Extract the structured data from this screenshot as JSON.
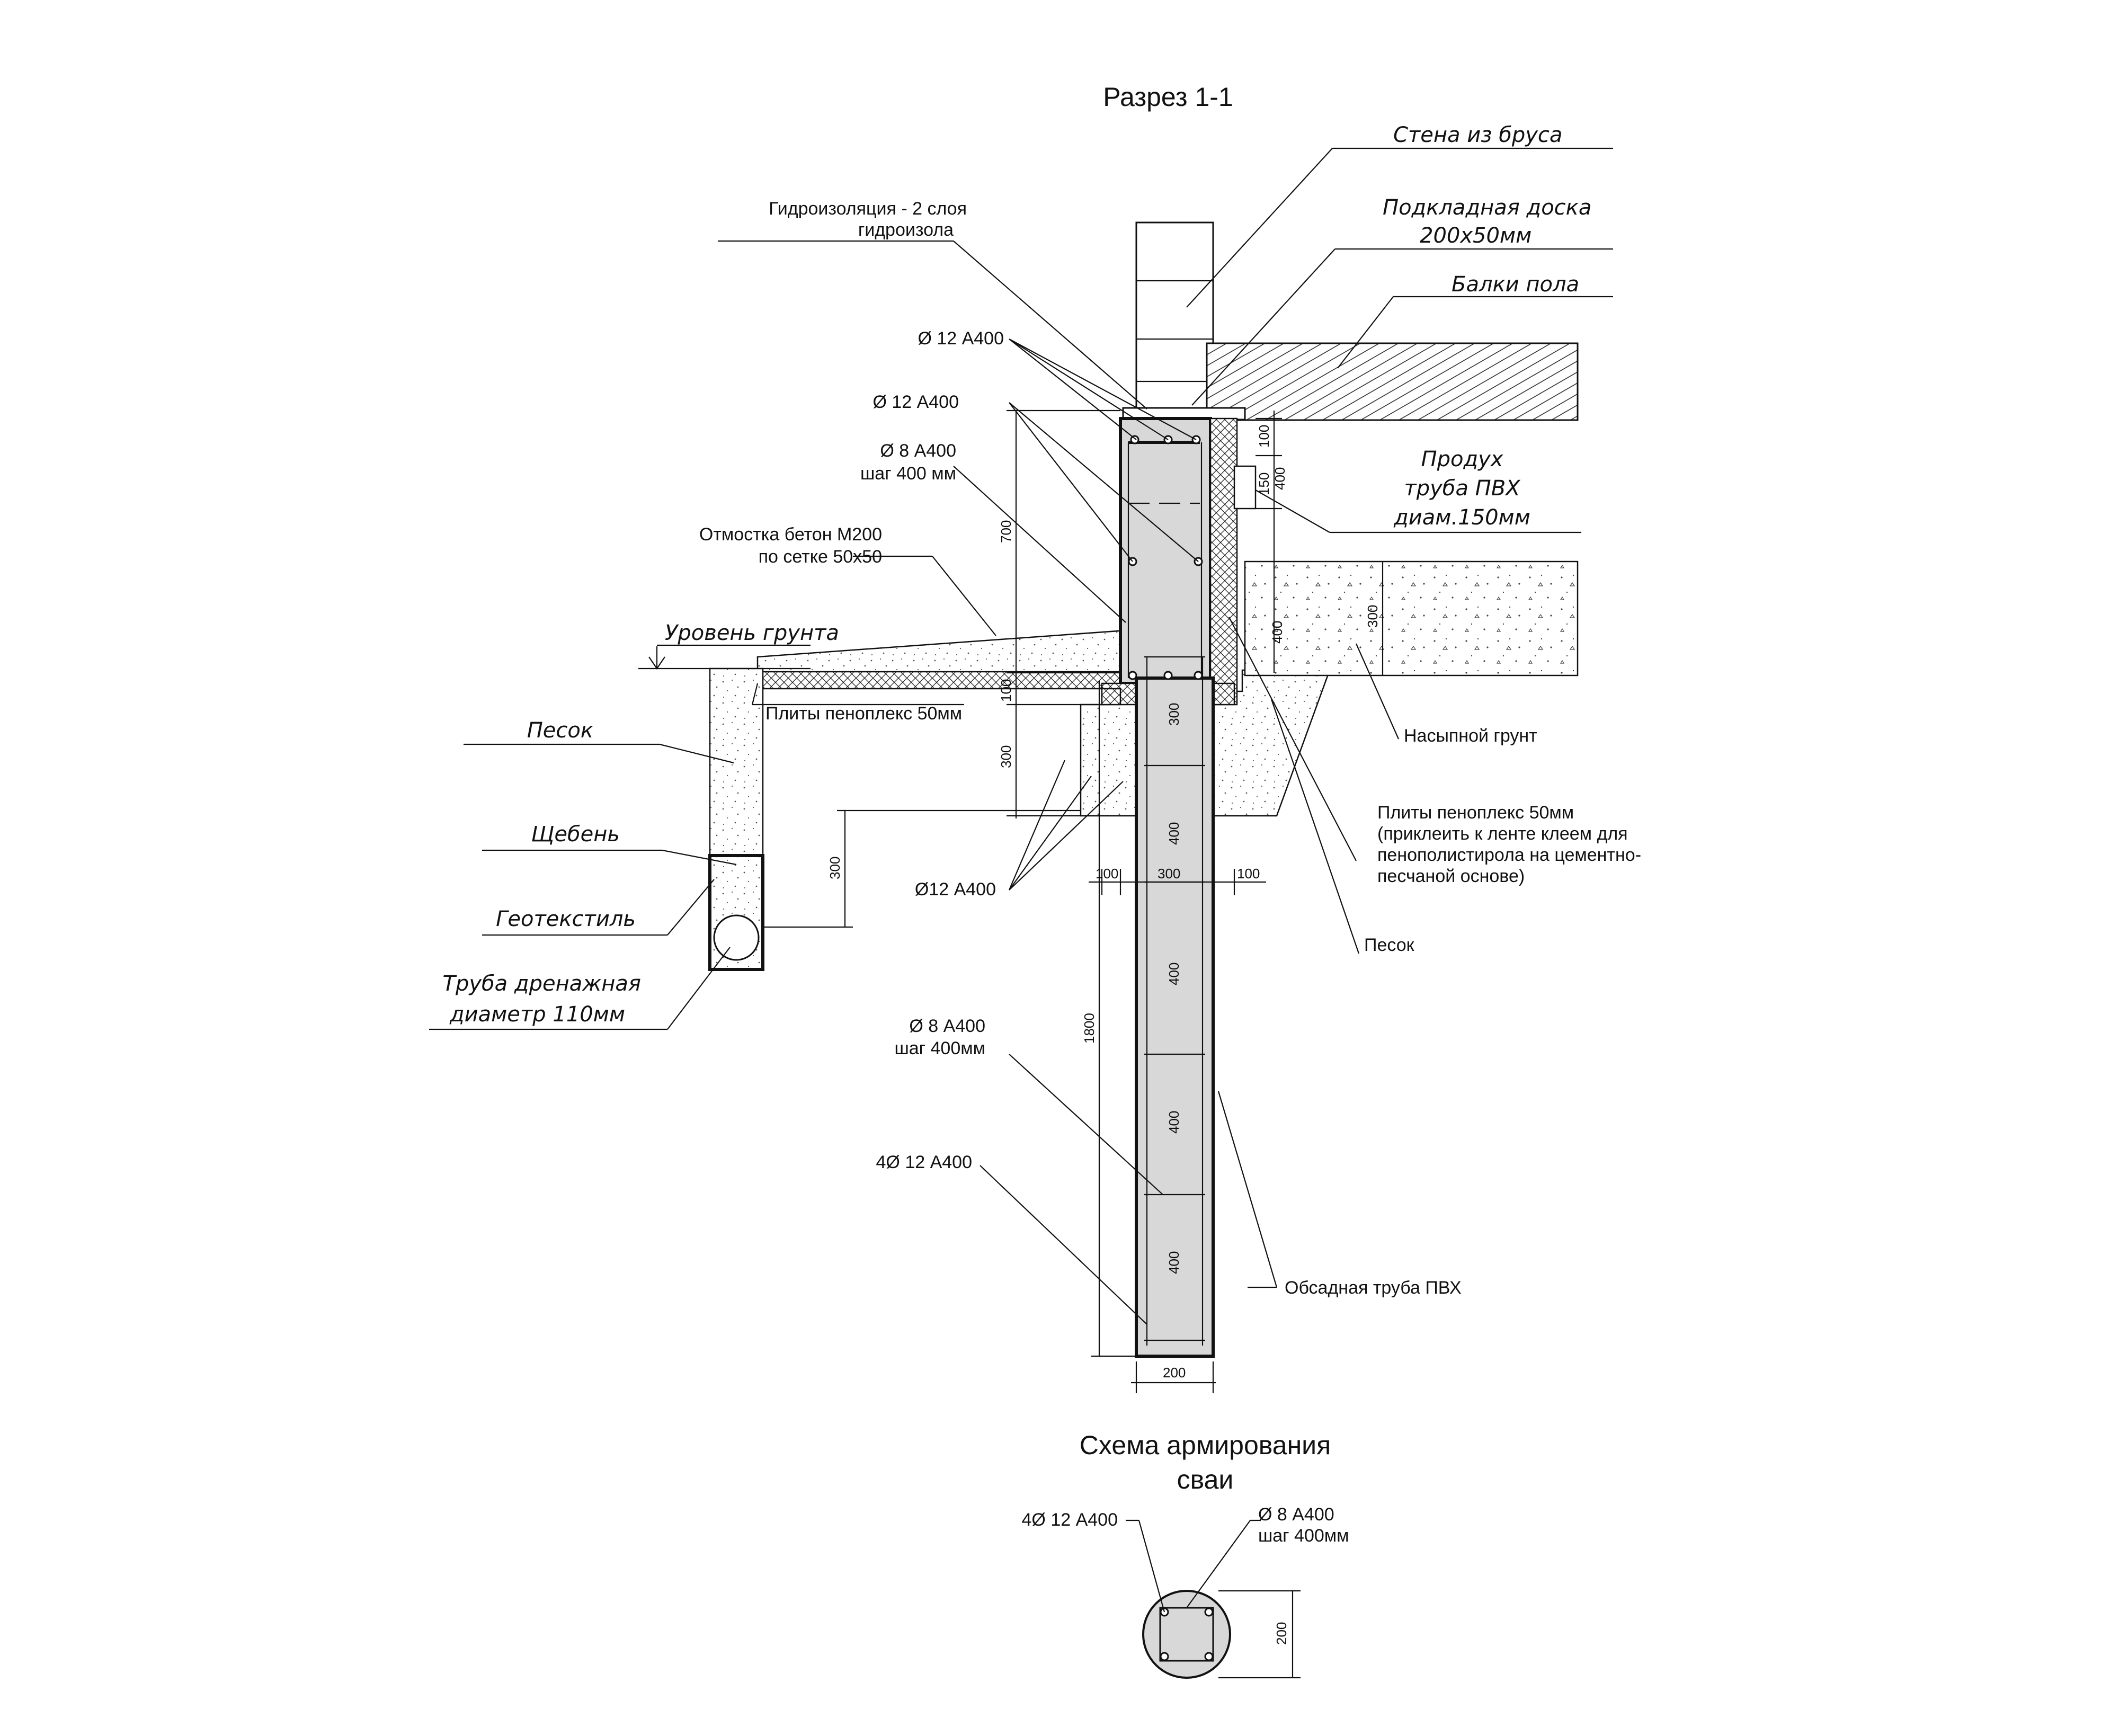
{
  "title": "Разрез 1-1",
  "labels": {
    "wall": "Стена из бруса",
    "board_1": "Подкладная доска",
    "board_2": "200x50мм",
    "joists": "Балки пола",
    "waterproof_1": "Гидроизоляция - 2 слоя",
    "waterproof_2": "гидроизола",
    "rebar_top_1": "Ø 12 А400",
    "rebar_top_2": "Ø 12 А400",
    "stirrup_1": "Ø 8 А400",
    "stirrup_2": "шаг 400 мм",
    "blind_area_1": "Отмостка бетон М200",
    "blind_area_2": "по сетке 50x50",
    "vent_1": "Продух",
    "vent_2": "труба ПВХ",
    "vent_3": "диам.150мм",
    "ground_level": "Уровень грунта",
    "sand_left": "Песок",
    "penoplex": "Плиты пеноплекс 50мм",
    "fill_soil": "Насыпной грунт",
    "gravel": "Щебень",
    "geotextile": "Геотекстиль",
    "drain_1": "Труба дренажная",
    "drain_2": "диаметр 110мм",
    "rebar_bottom": "Ø12 А400",
    "penoplex_right_1": "Плиты пеноплекс 50мм",
    "penoplex_right_2": "(приклеить к ленте клеем для",
    "penoplex_right_3": "пенополистирола на цементно-",
    "penoplex_right_4": "песчаной основе)",
    "sand_right": "Песок",
    "pile_stirrup_1": "Ø 8 А400",
    "pile_stirrup_2": "шаг 400мм",
    "pile_rebar": "4Ø 12 А400",
    "casing": "Обсадная труба ПВХ"
  },
  "dimensions": {
    "d700": "700",
    "d100_a": "100",
    "d300_a": "300",
    "d300_drain": "300",
    "d100_top": "100",
    "d400_top": "400",
    "d150": "150",
    "d300_fill": "300",
    "d400_fill": "400",
    "d300_pile_top": "300",
    "d100_left": "100",
    "d300_mid": "300",
    "d100_right": "100",
    "d1800": "1800",
    "d400_1": "400",
    "d400_2": "400",
    "d400_3": "400",
    "d400_4": "400",
    "d200": "200"
  },
  "scheme": {
    "title_1": "Схема армирования",
    "title_2": "сваи",
    "rebar": "4Ø 12 А400",
    "stirrup_1": "Ø 8 А400",
    "stirrup_2": "шаг 400мм",
    "dim": "200"
  }
}
